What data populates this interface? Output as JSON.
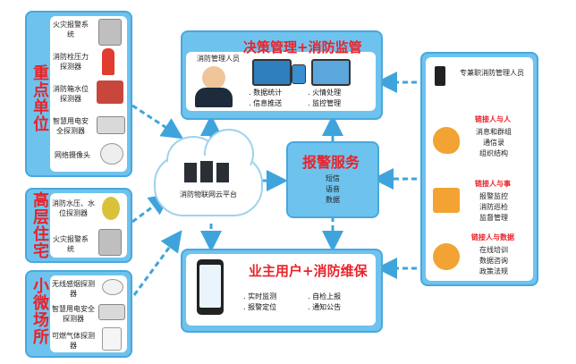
{
  "left_groups": [
    {
      "title": "重点单位",
      "items": [
        {
          "label": "火灾报警系 统",
          "icon": "fire-alarm-panel-icon"
        },
        {
          "label": "消防栓压力探测器",
          "icon": "fire-hydrant-icon"
        },
        {
          "label": "消防箱水位探测器",
          "icon": "water-tank-icon"
        },
        {
          "label": "智慧用电安全探测器",
          "icon": "power-detector-icon"
        },
        {
          "label": "网络摄像头",
          "icon": "camera-icon"
        }
      ]
    },
    {
      "title": "高层住宅",
      "items": [
        {
          "label": "消防水压、水位探测器",
          "icon": "pressure-gauge-icon"
        },
        {
          "label": "火灾报警系 统",
          "icon": "fire-alarm-panel-icon"
        }
      ]
    },
    {
      "title": "小微场所",
      "items": [
        {
          "label": "无线感烟探测器",
          "icon": "smoke-detector-icon"
        },
        {
          "label": "智慧用电安全探测器",
          "icon": "power-detector-icon"
        },
        {
          "label": "可燃气体探测器",
          "icon": "gas-detector-icon"
        }
      ]
    }
  ],
  "cloud_label": "消防物联网云平台",
  "top_box": {
    "title": "决策管理+消防监管",
    "person": "消防管理人员",
    "bullets": [
      "数据统计",
      "火情处理",
      "信息推送",
      "监控管理"
    ]
  },
  "center_box": {
    "title": "报警服务",
    "items": [
      "短信",
      "语音",
      "数据"
    ]
  },
  "bottom_box": {
    "title": "业主用户+消防维保",
    "bullets": [
      "实时监测",
      "自检上报",
      "报警定位",
      "通知公告"
    ]
  },
  "right_panel": {
    "header": "专兼职消防管理人员",
    "sections": [
      {
        "title": "链接人与人",
        "items": [
          "消息和群组",
          "通信录",
          "组织结构"
        ],
        "icon": "head-network-icon"
      },
      {
        "title": "链接人与事",
        "items": [
          "报警监控",
          "消防巡检",
          "监督管理"
        ],
        "icon": "presenter-board-icon"
      },
      {
        "title": "链接人与数据",
        "items": [
          "在线培训",
          "数据咨询",
          "政策法规"
        ],
        "icon": "data-person-icon"
      }
    ]
  },
  "colors": {
    "accent_red": "#e8232b",
    "panel_blue": "#6ec3ee",
    "arrow_blue": "#3fa4dc"
  }
}
